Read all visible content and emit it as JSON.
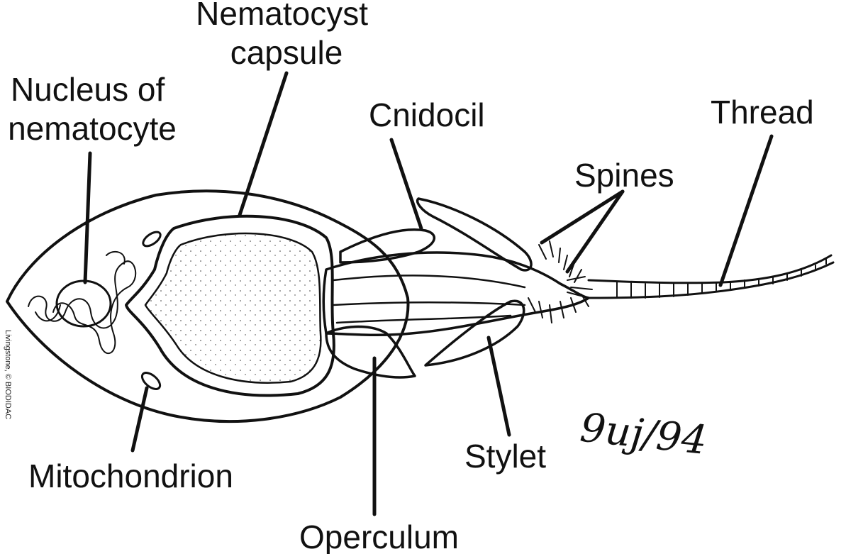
{
  "labels": {
    "nematocyst_capsule": [
      "Nematocyst",
      "capsule"
    ],
    "nucleus": [
      "Nucleus of",
      "nematocyte"
    ],
    "cnidocil": "Cnidocil",
    "thread": "Thread",
    "spines": "Spines",
    "mitochondrion": "Mitochondrion",
    "operculum": "Operculum",
    "stylet": "Stylet"
  },
  "credit": "Livingstone, © BIODIDAC",
  "signature": "9uj/94",
  "colors": {
    "ink": "#111111",
    "background": "#ffffff"
  }
}
